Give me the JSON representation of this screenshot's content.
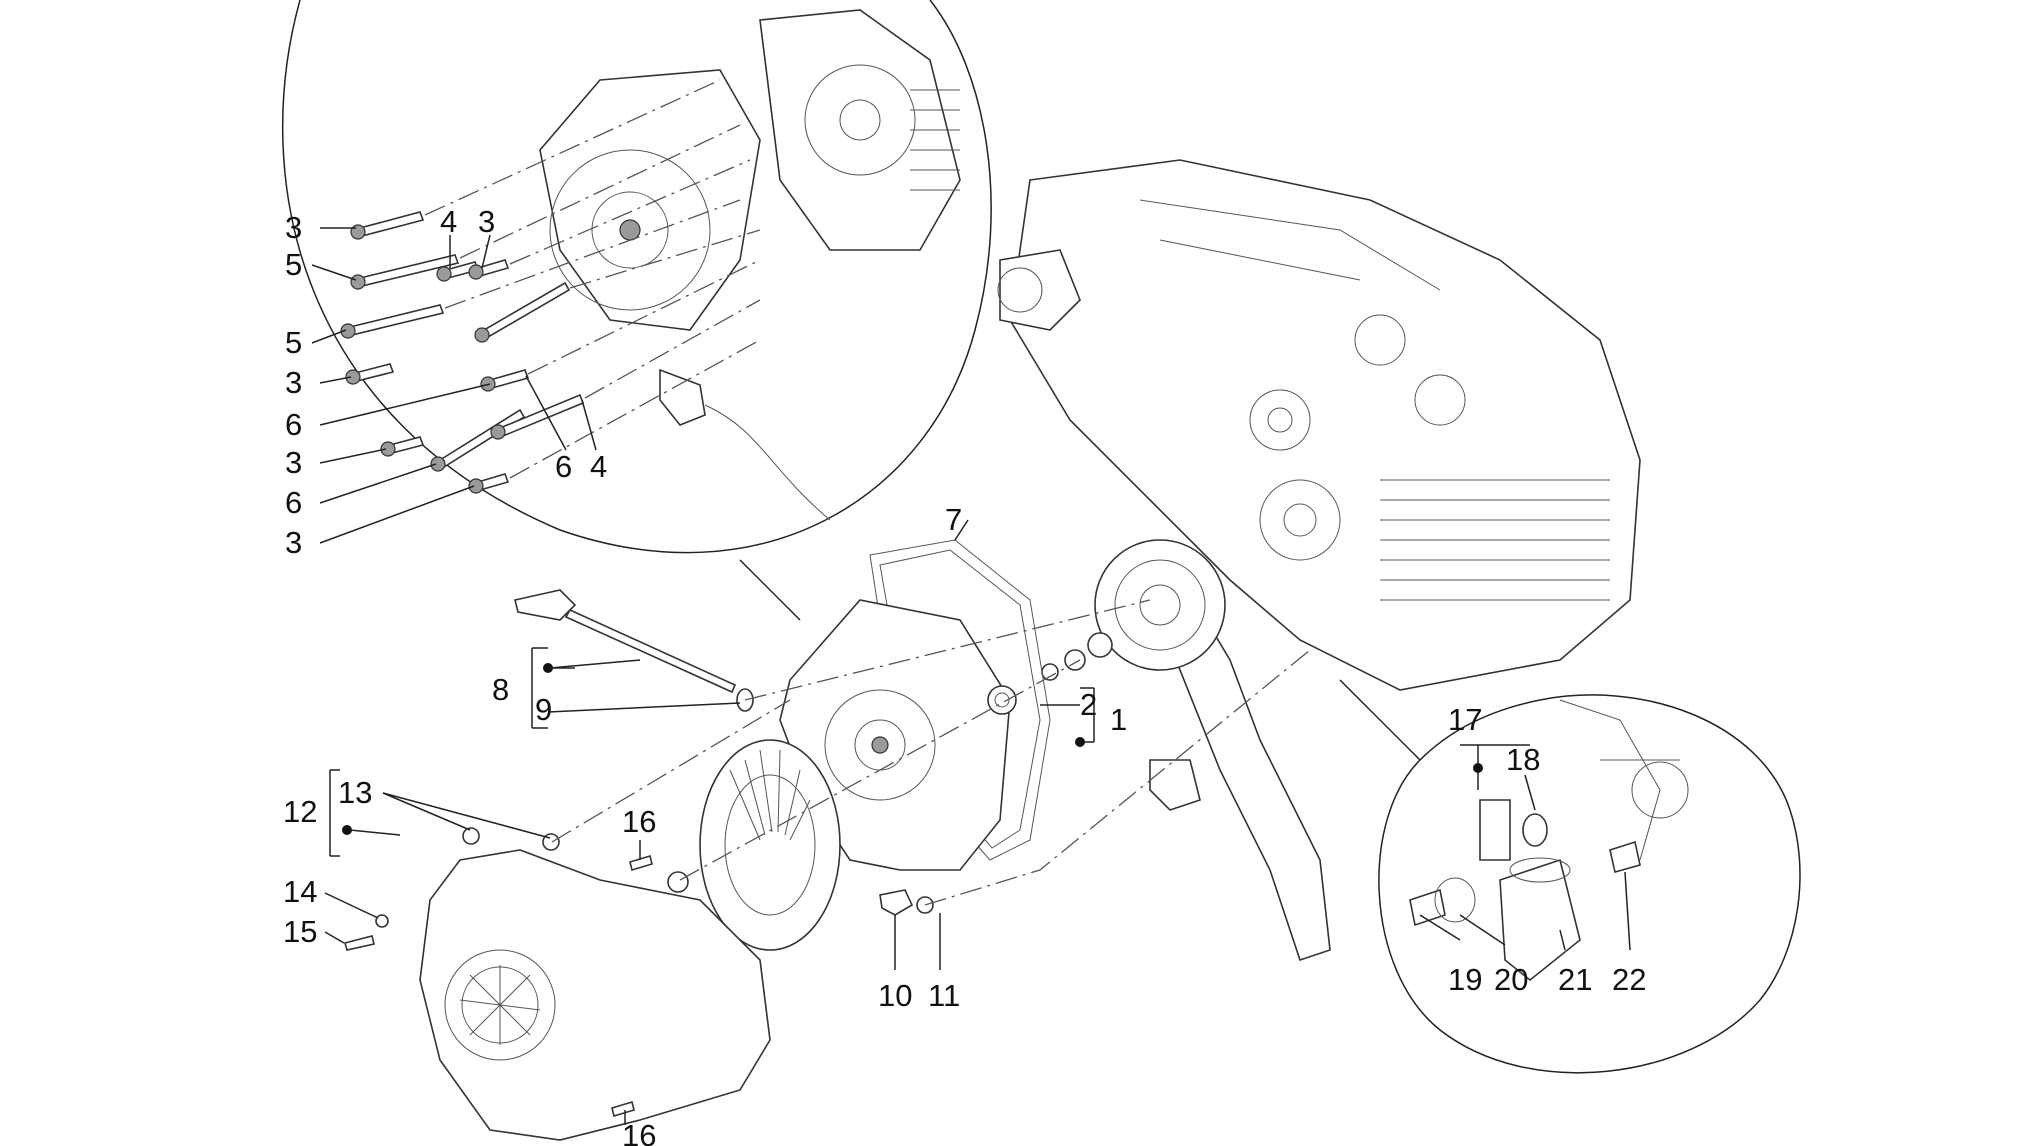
{
  "callouts": {
    "c3a": "3",
    "c5a": "5",
    "c4a": "4",
    "c3b": "3",
    "c5b": "5",
    "c3c": "3",
    "c6a": "6",
    "c3d": "3",
    "c6b": "6",
    "c3e": "3",
    "c6c": "6",
    "c4b": "4",
    "c7": "7",
    "c8": "8",
    "c9": "9",
    "c2": "2",
    "c1": "1",
    "c12": "12",
    "c13": "13",
    "c14": "14",
    "c15": "15",
    "c16a": "16",
    "c16b": "16",
    "c10": "10",
    "c11": "11",
    "c17": "17",
    "c18": "18",
    "c19": "19",
    "c20": "20",
    "c21": "21",
    "c22": "22"
  }
}
